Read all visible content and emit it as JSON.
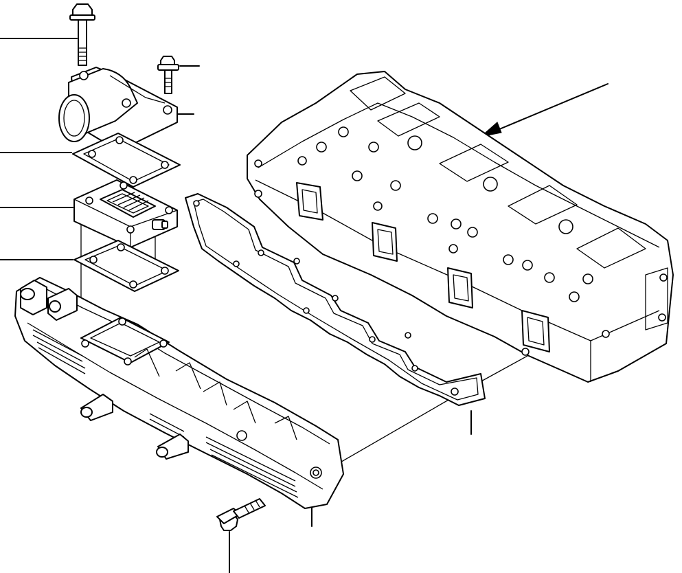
{
  "diagram": {
    "callouts": [
      {
        "id": "bolt-long"
      },
      {
        "id": "bolt-short"
      },
      {
        "id": "thermostat-housing"
      },
      {
        "id": "gasket-upper"
      },
      {
        "id": "thermostat-case"
      },
      {
        "id": "gasket-lower"
      },
      {
        "id": "cylinder-head"
      },
      {
        "id": "manifold-gasket"
      },
      {
        "id": "intake-manifold"
      },
      {
        "id": "manifold-bolt"
      }
    ],
    "colors": {
      "line": "#000000",
      "background": "#ffffff"
    }
  }
}
